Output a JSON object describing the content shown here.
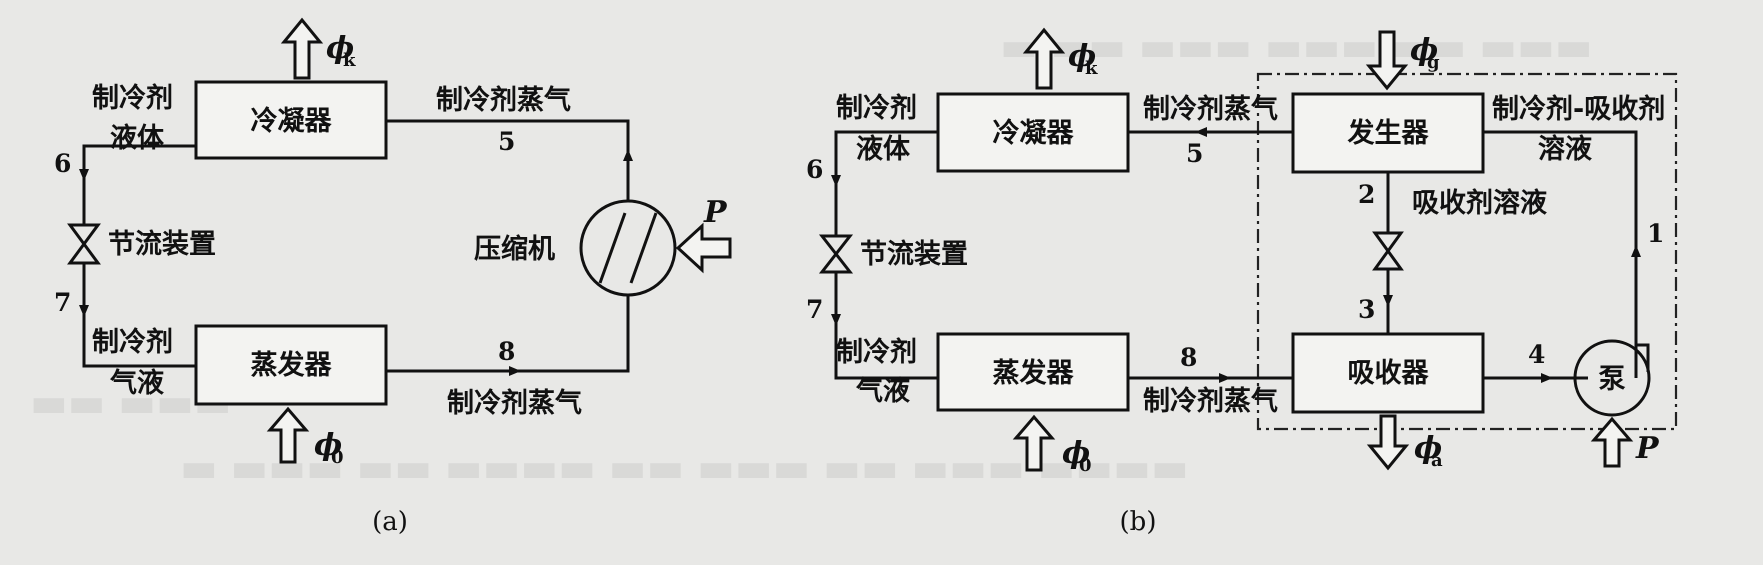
{
  "diagrams": {
    "a": {
      "caption": "(a)",
      "components": {
        "condenser": "冷凝器",
        "evaporator": "蒸发器",
        "throttle": "节流装置",
        "compressor": "压缩机"
      },
      "streams": {
        "liquid_line1": "制冷剂",
        "liquid_line2": "液体",
        "mix_line1": "制冷剂",
        "mix_line2": "气液",
        "vapor_top": "制冷剂蒸气",
        "vapor_bottom": "制冷剂蒸气"
      },
      "states": [
        "5",
        "6",
        "7",
        "8"
      ],
      "symbols": {
        "heat_condenser": "ϕ",
        "heat_condenser_sub": "k",
        "heat_evaporator": "ϕ",
        "heat_evaporator_sub": "0",
        "power": "P"
      }
    },
    "b": {
      "caption": "(b)",
      "components": {
        "condenser": "冷凝器",
        "evaporator": "蒸发器",
        "throttle": "节流装置",
        "generator": "发生器",
        "absorber": "吸收器",
        "pump": "泵"
      },
      "streams": {
        "liquid_line1": "制冷剂",
        "liquid_line2": "液体",
        "mix_line1": "制冷剂",
        "mix_line2": "气液",
        "vapor_top": "制冷剂蒸气",
        "vapor_bottom": "制冷剂蒸气",
        "solution_line1": "制冷剂-吸收剂",
        "solution_line2": "溶液",
        "absorbent": "吸收剂溶液"
      },
      "states": [
        "1",
        "2",
        "3",
        "4",
        "5",
        "6",
        "7",
        "8"
      ],
      "symbols": {
        "heat_condenser": "ϕ",
        "heat_condenser_sub": "k",
        "heat_generator": "ϕ",
        "heat_generator_sub": "g",
        "heat_evaporator": "ϕ",
        "heat_evaporator_sub": "0",
        "heat_absorber": "ϕ",
        "heat_absorber_sub": "a",
        "power": "P"
      }
    }
  },
  "colors": {
    "ink": "#111111",
    "paper": "#e8e8e6",
    "box_fill": "#f3f3f1"
  }
}
